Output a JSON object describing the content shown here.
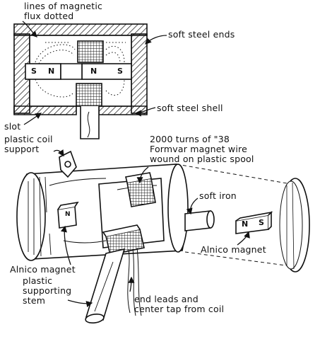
{
  "labels": {
    "flux_line1": "lines of magnetic",
    "flux_line2": "flux dotted",
    "soft_steel_ends": "soft steel ends",
    "soft_steel_shell": "soft steel shell",
    "slot": "slot",
    "coil_support_line1": "plastic coil",
    "coil_support_line2": "support",
    "turns_line1": "2000 turns of \"38",
    "turns_line2": "Formvar magnet wire",
    "turns_line3": "wound on plastic spool",
    "soft_iron": "soft iron",
    "alnico_right": "Alnico magnet",
    "alnico_left": "Alnico magnet",
    "stem_line1": "plastic",
    "stem_line2": "supporting",
    "stem_line3": "stem",
    "leads_line1": "end leads and",
    "leads_line2": "center tap from coil"
  },
  "poles": {
    "s_left": "S",
    "n_left": "N",
    "n_right": "N",
    "s_right": "S",
    "n_open": "N",
    "n_magnet": "N",
    "s_magnet": "S"
  }
}
